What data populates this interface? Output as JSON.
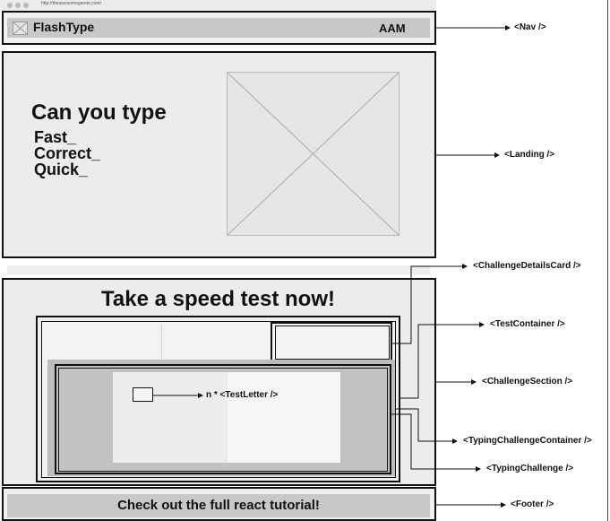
{
  "browser": {
    "url": "http://theawesomegamer.com/"
  },
  "nav": {
    "brand": "FlashType",
    "right_label": "AAM"
  },
  "landing": {
    "headline": "Can you type",
    "taglines": [
      "Fast_",
      "Correct_",
      "Quick_"
    ]
  },
  "challenge": {
    "title": "Take a speed test now!",
    "letter_label": "n * <TestLetter />"
  },
  "footer": {
    "text": "Check out the full react tutorial!"
  },
  "components": {
    "nav": "<Nav />",
    "landing": "<Landing />",
    "challenge_details_card": "<ChallengeDetailsCard />",
    "test_container": "<TestContainer />",
    "challenge_section": "<ChallengeSection />",
    "typing_challenge_container": "<TypingChallengeContainer />",
    "typing_challenge": "<TypingChallenge />",
    "footer": "<Footer />"
  }
}
